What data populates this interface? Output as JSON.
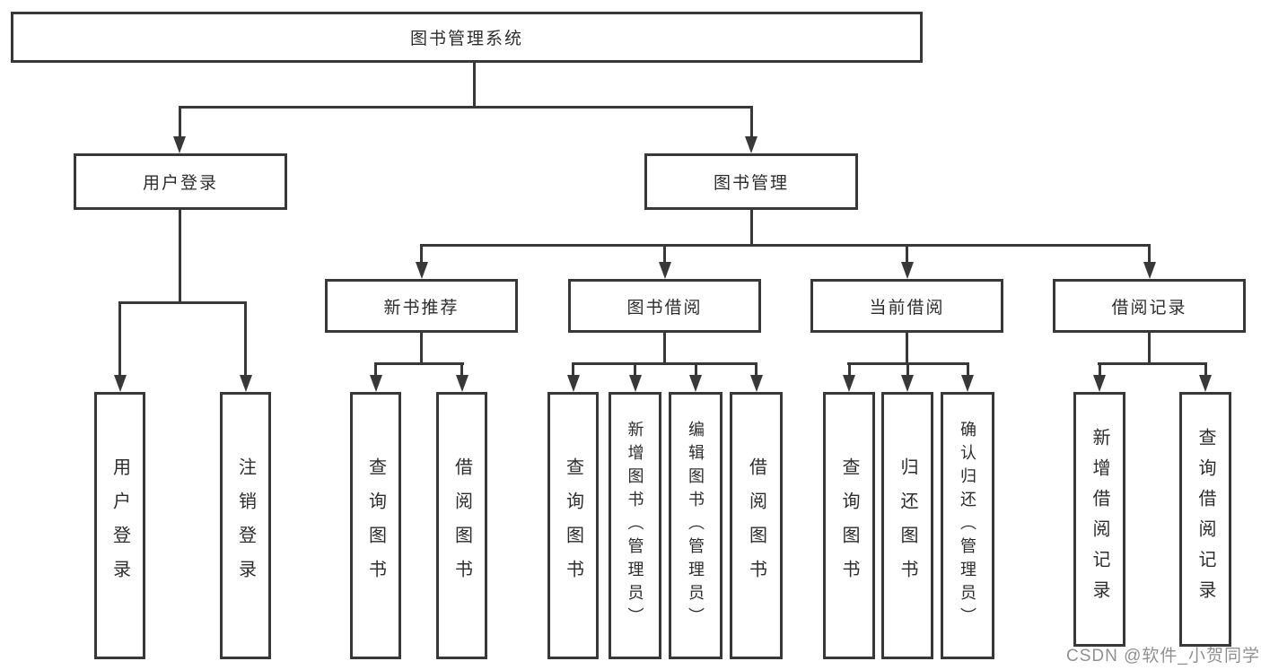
{
  "diagram": {
    "root": {
      "label": "图书管理系统"
    },
    "branches": {
      "user_login": {
        "label": "用户登录"
      },
      "book_mgmt": {
        "label": "图书管理"
      }
    },
    "modules": {
      "new_book_rec": {
        "label": "新书推荐"
      },
      "book_borrow": {
        "label": "图书借阅"
      },
      "current_borrow": {
        "label": "当前借阅"
      },
      "borrow_records": {
        "label": "借阅记录"
      }
    },
    "leaves": {
      "user_login": "用户登录",
      "logout": "注销登录",
      "nb_query": "查询图书",
      "nb_borrow": "借阅图书",
      "bb_query": "查询图书",
      "bb_add": "新增图书（管理员）",
      "bb_edit": "编辑图书（管理员）",
      "bb_borrow": "借阅图书",
      "cb_query": "查询图书",
      "cb_return": "归还图书",
      "cb_confirm": "确认归还（管理员）",
      "br_add": "新增借阅记录",
      "br_query": "查询借阅记录"
    }
  },
  "watermark": {
    "text": "CSDN @软件_小贺同学"
  },
  "colors": {
    "line": "#383838",
    "box_border": "#383838",
    "text": "#2d2d2d",
    "watermark": "#7d7d7d",
    "background": "#ffffff"
  }
}
